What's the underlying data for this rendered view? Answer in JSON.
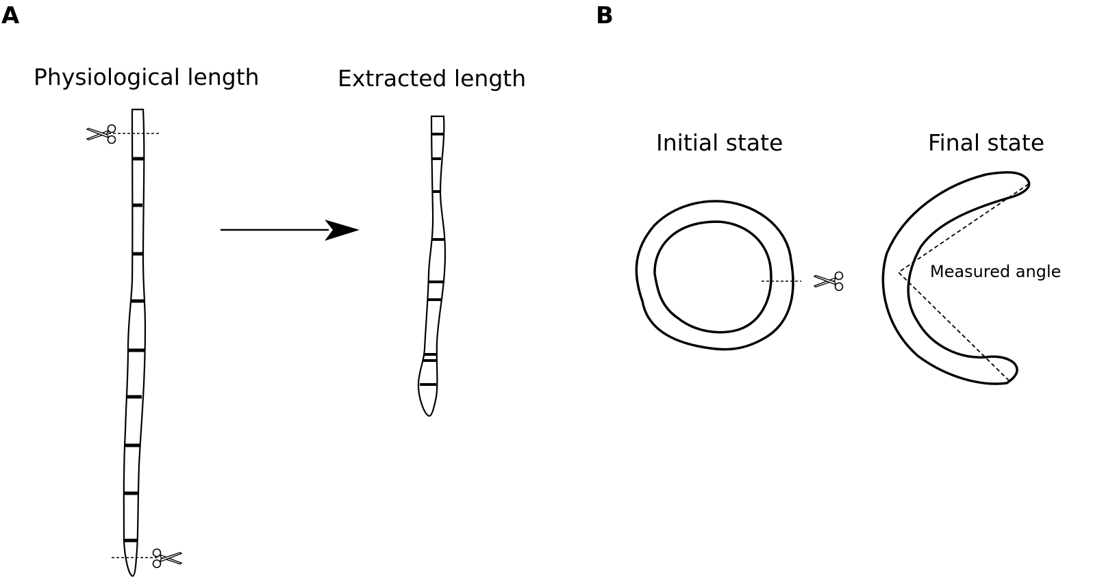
{
  "panels": {
    "a": {
      "letter": "A",
      "label_physiological": "Physiological length",
      "label_extracted": "Extracted length"
    },
    "b": {
      "letter": "B",
      "label_initial": "Initial state",
      "label_final": "Final state",
      "label_angle": "Measured angle"
    }
  },
  "icons": {
    "scissors": "scissors-icon",
    "arrow": "arrow-right-icon"
  }
}
